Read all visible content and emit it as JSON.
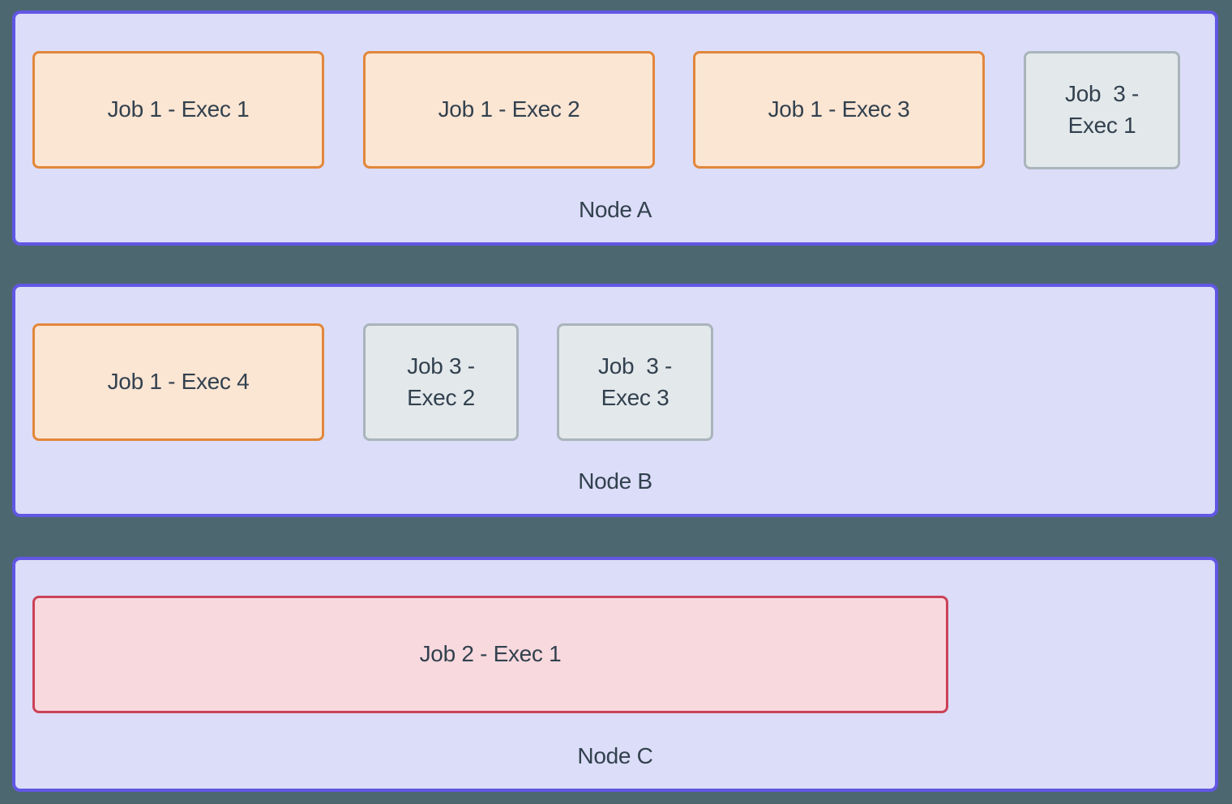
{
  "colors": {
    "background": "#4d6770",
    "node_fill": "#dcddf8",
    "node_border": "#6157e4",
    "job1_fill": "#fbe5d3",
    "job1_border": "#e2873a",
    "job2_fill": "#f8d9de",
    "job2_border": "#cb4258",
    "job3_fill": "#e3e8eb",
    "job3_border": "#a9b4bb",
    "text": "#32414e"
  },
  "nodes": [
    {
      "label": "Node A",
      "executors": [
        {
          "job": "job1",
          "label": "Job 1 - Exec 1"
        },
        {
          "job": "job1",
          "label": "Job 1 - Exec 2"
        },
        {
          "job": "job1",
          "label": "Job 1 - Exec 3"
        },
        {
          "job": "job3",
          "label": "Job  3 -\nExec 1"
        }
      ]
    },
    {
      "label": "Node B",
      "executors": [
        {
          "job": "job1",
          "label": "Job 1 - Exec 4"
        },
        {
          "job": "job3",
          "label": "Job 3 -\nExec 2"
        },
        {
          "job": "job3",
          "label": "Job  3 -\nExec 3"
        }
      ]
    },
    {
      "label": "Node C",
      "executors": [
        {
          "job": "job2",
          "label": "Job 2 - Exec 1"
        }
      ]
    }
  ]
}
